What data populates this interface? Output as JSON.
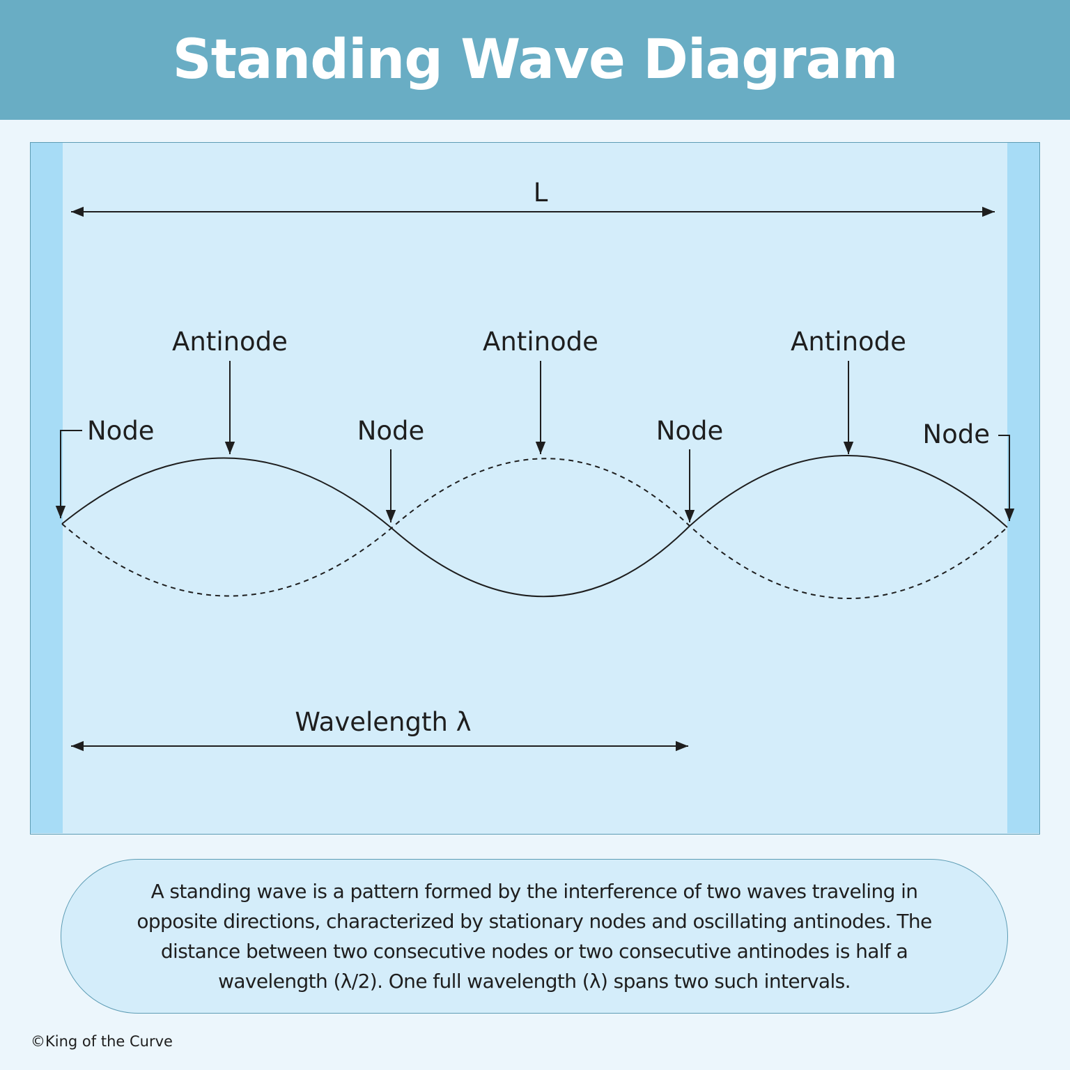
{
  "title": "Standing Wave Diagram",
  "labels": {
    "length": "L",
    "antinode_1": "Antinode",
    "antinode_2": "Antinode",
    "antinode_3": "Antinode",
    "node_1": "Node",
    "node_2": "Node",
    "node_3": "Node",
    "node_4": "Node",
    "wavelength": "Wavelength λ"
  },
  "description": "A standing wave is a pattern formed by the interference of two waves traveling in opposite directions, characterized by stationary nodes and oscillating antinodes. The distance between two consecutive nodes or two consecutive antinodes is half a wavelength (λ/2). One full wavelength (λ) spans two such intervals.",
  "credit": "©King of the Curve",
  "colors": {
    "header": "#69adc4",
    "stage": "#d4edfa",
    "wall": "#a7dcf6",
    "stroke": "#1e1e1e"
  }
}
